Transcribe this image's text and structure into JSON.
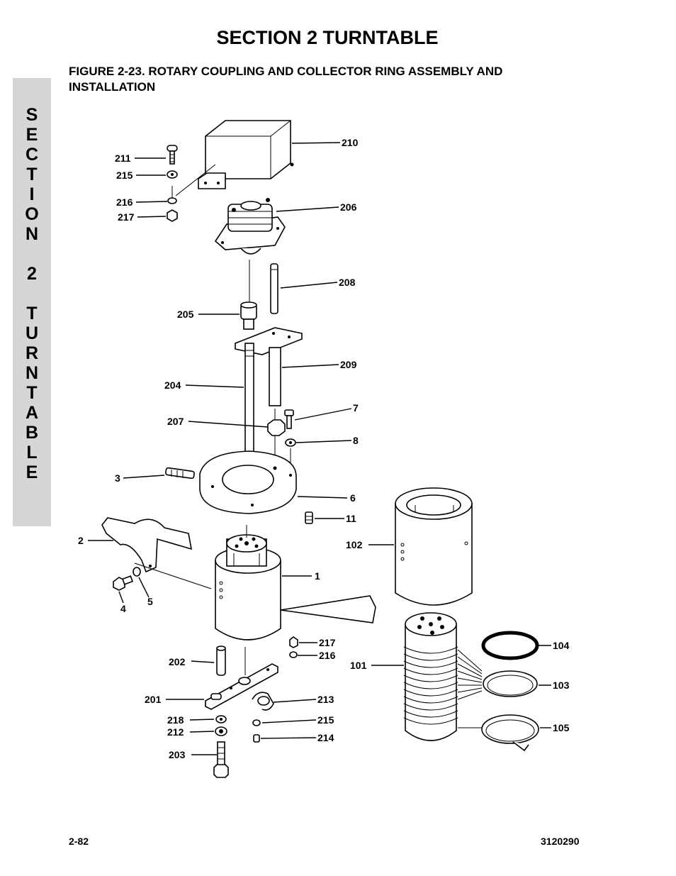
{
  "header": {
    "section_title": "SECTION 2  TURNTABLE",
    "figure_title": "FIGURE 2-23.  ROTARY COUPLING AND COLLECTOR RING ASSEMBLY AND INSTALLATION"
  },
  "sidebar": {
    "letters": [
      "S",
      "E",
      "C",
      "T",
      "I",
      "O",
      "N",
      "",
      "2",
      "",
      "T",
      "U",
      "R",
      "N",
      "T",
      "A",
      "B",
      "L",
      "E"
    ]
  },
  "callouts": {
    "c210": "210",
    "c211": "211",
    "c215a": "215",
    "c216a": "216",
    "c217a": "217",
    "c206": "206",
    "c208": "208",
    "c205": "205",
    "c209": "209",
    "c204": "204",
    "c207": "207",
    "c7": "7",
    "c8": "8",
    "c3": "3",
    "c6": "6",
    "c11": "11",
    "c2": "2",
    "c102": "102",
    "c1": "1",
    "c4": "4",
    "c5": "5",
    "c217b": "217",
    "c216b": "216",
    "c202": "202",
    "c104": "104",
    "c101": "101",
    "c103": "103",
    "c201": "201",
    "c213": "213",
    "c218": "218",
    "c212": "212",
    "c215b": "215",
    "c214": "214",
    "c203": "203",
    "c105": "105"
  },
  "footer": {
    "page_number": "2-82",
    "doc_number": "3120290"
  }
}
